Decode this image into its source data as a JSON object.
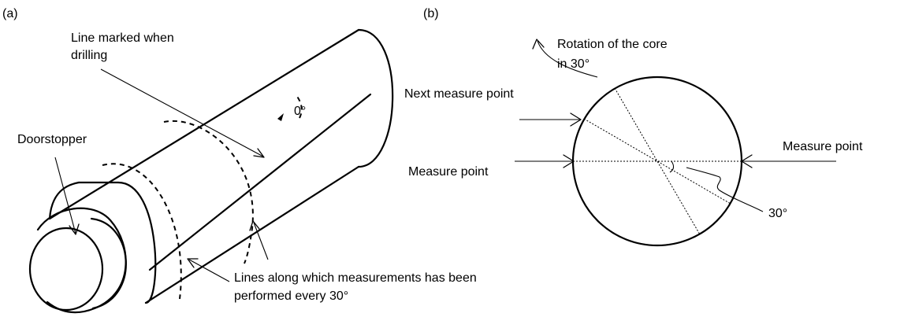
{
  "panel_a": {
    "label": "(a)",
    "line_marked_label_1": "Line marked when",
    "line_marked_label_2": "drilling",
    "zero_degree_label": "0°",
    "doorstopper_label": "Doorstopper",
    "measurement_lines_label_1": "Lines along which measurements has been",
    "measurement_lines_label_2": "performed every 30°"
  },
  "panel_b": {
    "label": "(b)",
    "rotation_label_1": "Rotation of the core",
    "rotation_label_2": "in 30°",
    "next_measure_point_label": "Next measure point",
    "measure_point_left_label": "Measure point",
    "measure_point_right_label": "Measure point",
    "thirty_degree_label": "30°"
  }
}
